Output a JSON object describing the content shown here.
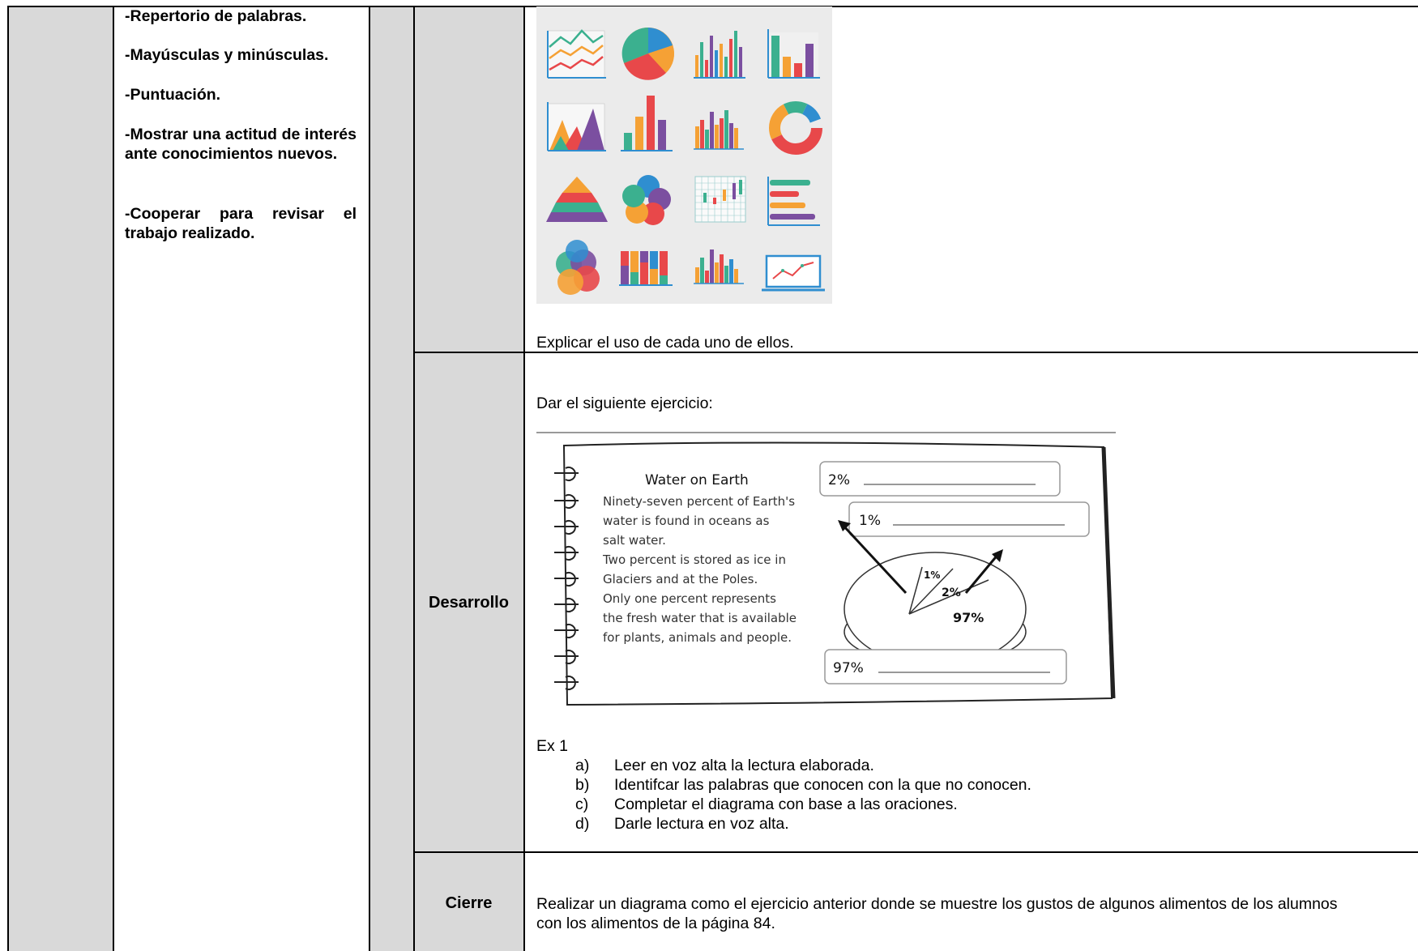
{
  "objectives": [
    "-Repertorio de palabras.",
    "-Mayúsculas y minúsculas.",
    "-Puntuación.",
    "-Mostrar una actitud de interés ante conocimientos nuevos.",
    "-Cooperar para revisar el trabajo realizado."
  ],
  "inicio": {
    "explain_text": "Explicar el uso de cada uno de ellos."
  },
  "desarrollo": {
    "phase_label": "Desarrollo",
    "intro": "Dar el siguiente ejercicio:",
    "worksheet": {
      "title": "Water on Earth",
      "lines": [
        "Ninety-seven percent of Earth's",
        "water is found in oceans as",
        "salt water.",
        "Two percent is stored as ice in",
        "Glaciers and at the Poles.",
        "Only one percent represents",
        "the fresh water that is available",
        "for plants, animals and people."
      ],
      "box_labels": [
        "2%",
        "1%",
        "97%"
      ],
      "pie_labels": [
        "1%",
        "2%",
        "97%"
      ],
      "pie_values": [
        1,
        2,
        97
      ]
    },
    "exercise_title": "Ex 1",
    "steps": [
      {
        "marker": "a)",
        "text": "Leer en voz alta la lectura elaborada."
      },
      {
        "marker": "b)",
        "text": "Identifcar las palabras que conocen con la que no conocen."
      },
      {
        "marker": "c)",
        "text": "Completar el diagrama con base a las oraciones."
      },
      {
        "marker": "d)",
        "text": "Darle lectura en voz alta."
      }
    ]
  },
  "cierre": {
    "phase_label": "Cierre",
    "text": "Realizar un diagrama como el ejercicio anterior donde se muestre los gustos de algunos alimentos de los alumnos con los alimentos de la página 84."
  },
  "colors": {
    "cell_gray": "#d9d9d9",
    "chart_red": "#e8484a",
    "chart_orange": "#f5a135",
    "chart_green": "#3bb08f",
    "chart_blue": "#2f8ed0",
    "chart_purple": "#7b4fa0"
  }
}
